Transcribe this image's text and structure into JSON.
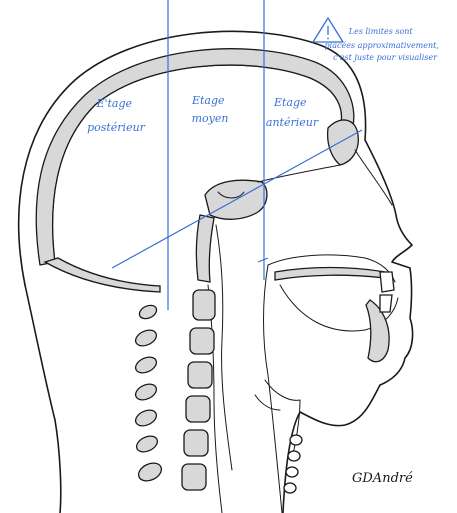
{
  "regions": {
    "posterior": [
      "E'tage",
      "postérieur"
    ],
    "middle": [
      "Etage",
      "moyen"
    ],
    "anterior": [
      "Etage",
      "antérieur"
    ]
  },
  "note": {
    "icon": "warning-triangle-icon",
    "lines": [
      "Les limites sont",
      "placées approximativement,",
      "c'est juste pour visualiser"
    ]
  },
  "signature": "GDAndré",
  "colors": {
    "annotation": "#3a6fd8",
    "bone": "#d8d8d8",
    "ink": "#1a1a1a"
  }
}
